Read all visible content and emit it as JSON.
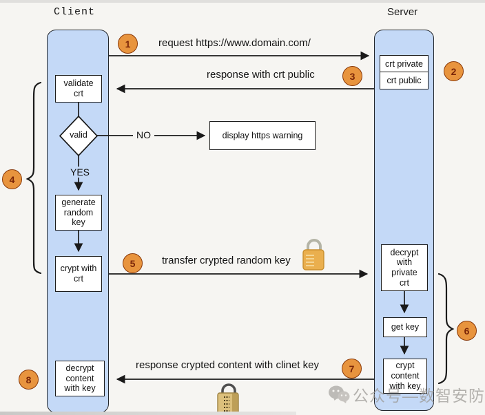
{
  "palette": {
    "background": "#f6f5f2",
    "column_fill": "#c4d9f7",
    "line": "#1a1a1a",
    "step_fill": "#e8943e",
    "step_border": "#8a3a0a",
    "lock_gold": "#eaaf4e",
    "lock_brass": "#dcc07c"
  },
  "headers": {
    "client": "Client",
    "server": "Server"
  },
  "boxes": {
    "validate": "validate\ncrt",
    "valid": "valid",
    "generate": "generate\nrandom\nkey",
    "crypt_with_crt": "crypt with\ncrt",
    "decrypt_content": "decrypt\ncontent\nwith key",
    "warning": "display https warning",
    "crt_private": "crt private",
    "crt_public": "crt public",
    "decrypt_private": "decrypt\nwith\nprivate\ncrt",
    "get_key": "get key",
    "crypt_content": "crypt\ncontent\nwith key"
  },
  "messages": {
    "request": "request https://www.domain.com/",
    "response": "response with crt public",
    "transfer": "transfer crypted random key",
    "response_content": "response crypted content with clinet key"
  },
  "branch": {
    "no": "NO",
    "yes": "YES"
  },
  "steps": [
    "1",
    "2",
    "3",
    "4",
    "5",
    "6",
    "7",
    "8"
  ],
  "watermark": {
    "text": "公众号—数智安防"
  }
}
